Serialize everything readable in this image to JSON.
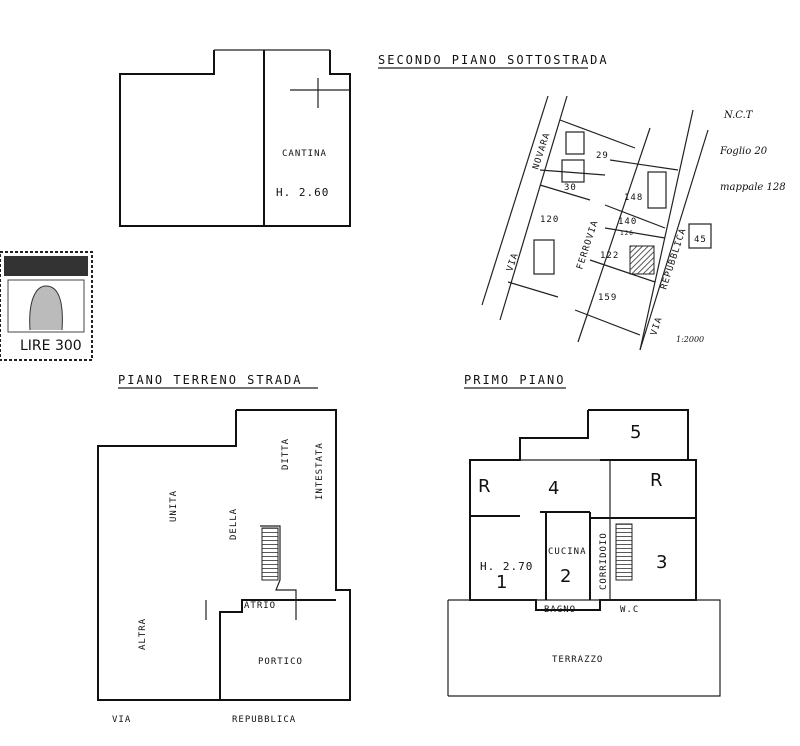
{
  "basement": {
    "title": "SECONDO PIANO SOTTOSTRADA",
    "room": "CANTINA",
    "height": "H. 2.60"
  },
  "ground": {
    "title": "PIANO TERRENO STRADA",
    "words": [
      "ALTRA",
      "UNITA",
      "DELLA",
      "DITTA",
      "INTESTATA"
    ],
    "atrio": "ATRIO",
    "portico": "PORTICO",
    "street_left": "VIA",
    "street_right": "REPUBBLICA"
  },
  "first": {
    "title": "PRIMO PIANO",
    "r1": "R",
    "r4": "4",
    "r5": "5",
    "r_right": "R",
    "height": "H. 2.70",
    "n1": "1",
    "cucina": "CUCINA",
    "n2": "2",
    "corridoio": "CORRIDOIO",
    "n3": "3",
    "bagno": "BAGNO",
    "wc": "W.C",
    "terrazzo": "TERRAZZO"
  },
  "map": {
    "ref": "N.C.T",
    "foglio": "Foglio 20",
    "mappale": "mappale 128",
    "scale": "1:2000",
    "via1": "VIA",
    "novara": "NOVARA",
    "ferrovia": "FERROVIA",
    "via2": "VIA",
    "repubblica": "REPUBBLICA",
    "parcels": [
      "29",
      "30",
      "120",
      "148",
      "140",
      "126",
      "122",
      "159",
      "45"
    ]
  },
  "stamp": {
    "value": "LIRE 300"
  }
}
